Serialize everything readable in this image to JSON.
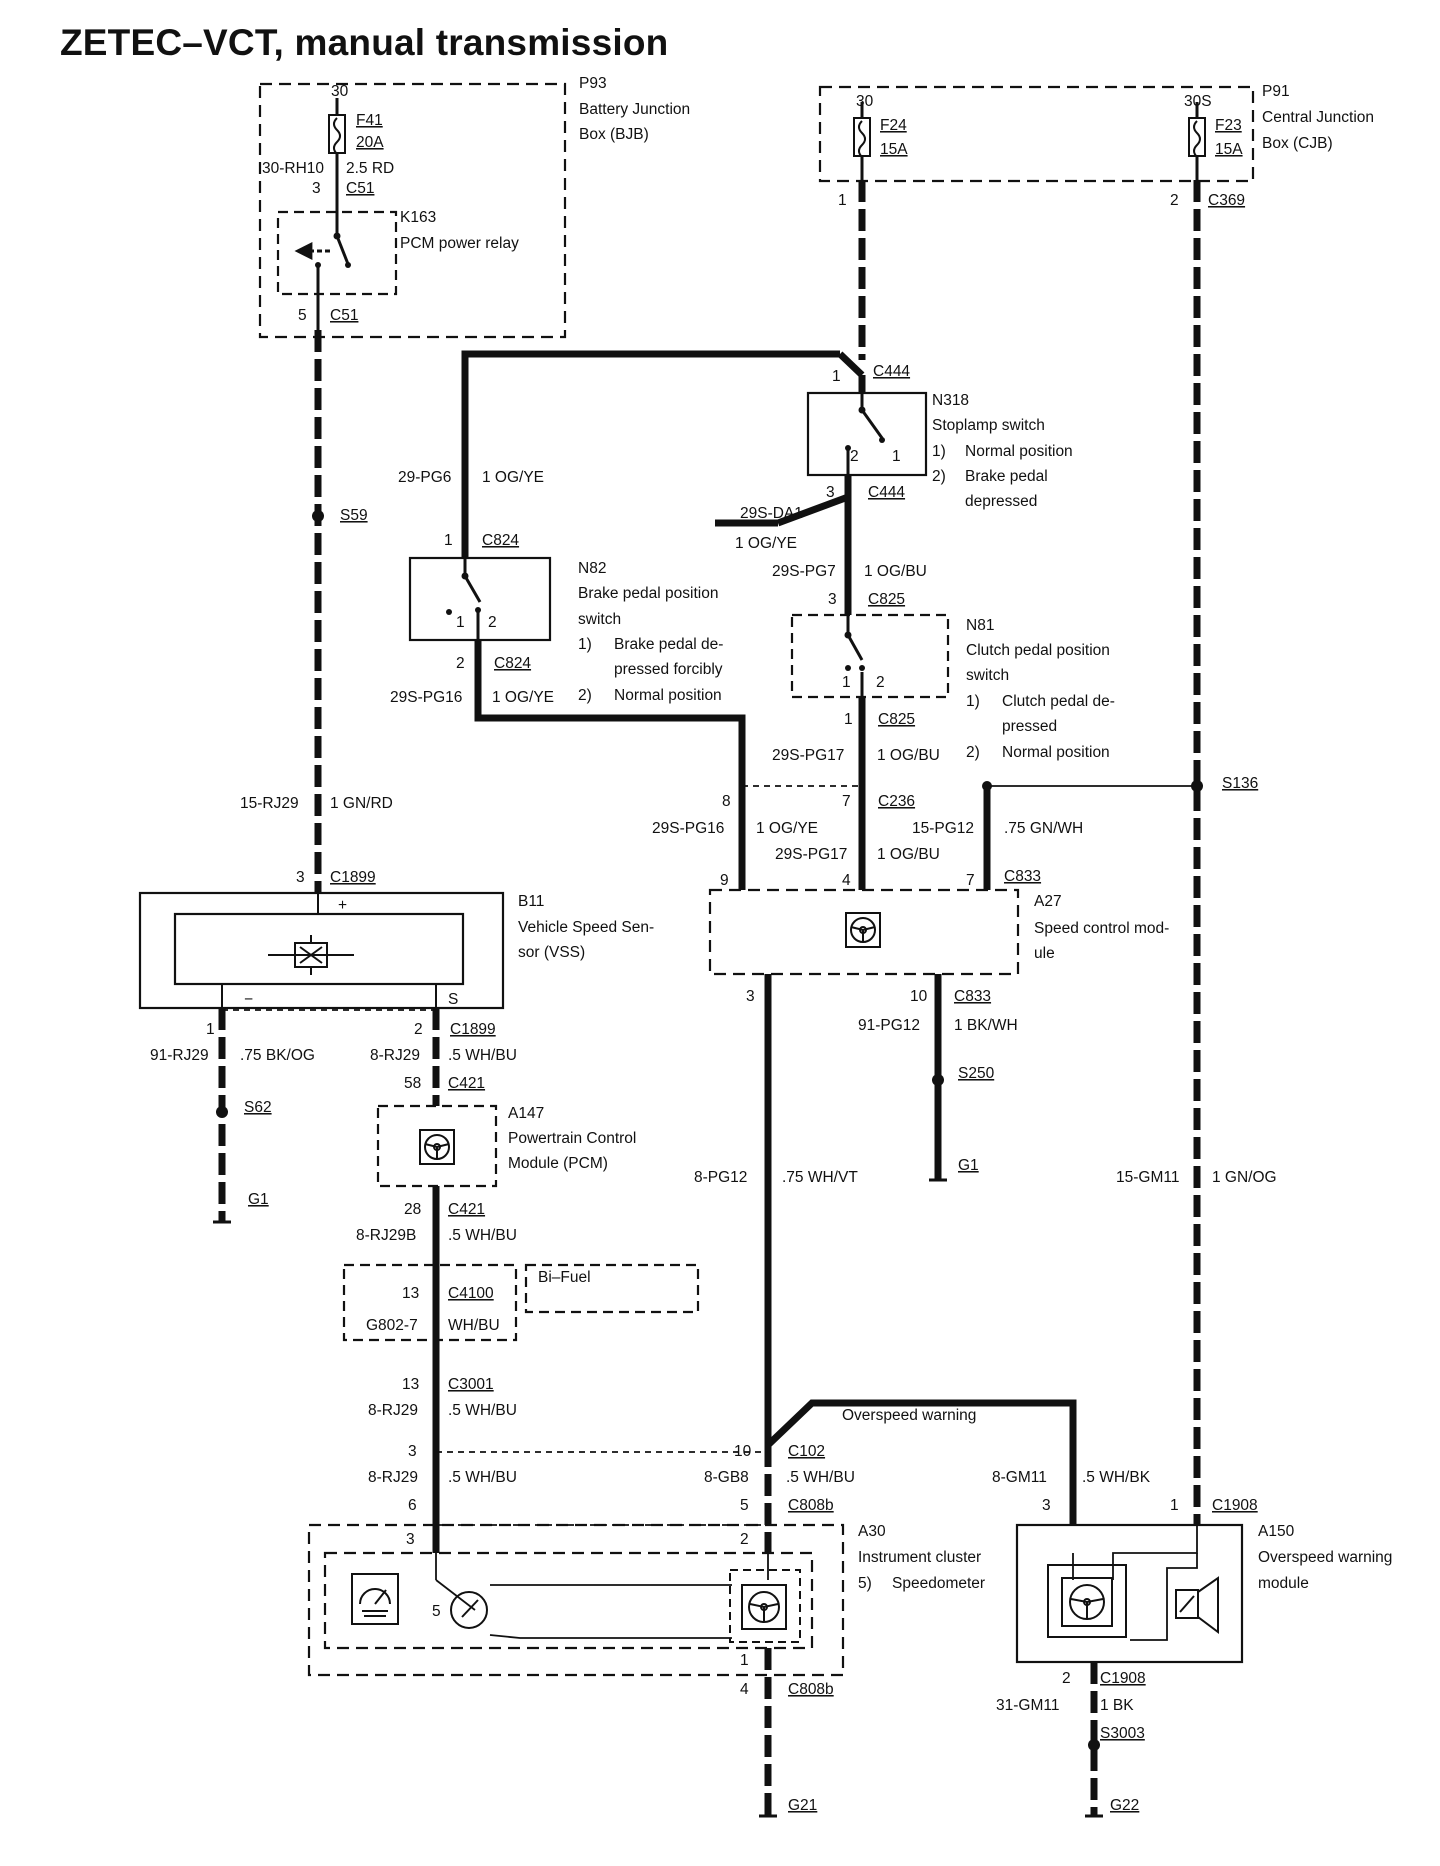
{
  "title": "ZETEC–VCT, manual transmission",
  "wire_color": "#111111",
  "bg_color": "#ffffff",
  "fuses": [
    {
      "id": "F41",
      "rating": "20A",
      "terminal": "30"
    },
    {
      "id": "F24",
      "rating": "15A",
      "terminal": "30"
    },
    {
      "id": "F23",
      "rating": "15A",
      "terminal": "30S"
    }
  ],
  "components": [
    {
      "ref": "P93",
      "desc": [
        "Battery Junction",
        "Box (BJB)"
      ]
    },
    {
      "ref": "P91",
      "desc": [
        "Central Junction",
        "Box (CJB)"
      ]
    },
    {
      "ref": "K163",
      "desc": [
        "PCM power relay"
      ]
    },
    {
      "ref": "N318",
      "desc": [
        "Stoplamp switch"
      ],
      "notes": [
        [
          "1)",
          "Normal position"
        ],
        [
          "2)",
          "Brake pedal"
        ],
        [
          "",
          "depressed"
        ]
      ]
    },
    {
      "ref": "N82",
      "desc": [
        "Brake pedal position",
        "switch"
      ],
      "notes": [
        [
          "1)",
          "Brake pedal de-"
        ],
        [
          "",
          "pressed forcibly"
        ],
        [
          "2)",
          "Normal position"
        ]
      ]
    },
    {
      "ref": "N81",
      "desc": [
        "Clutch pedal position",
        "switch"
      ],
      "notes": [
        [
          "1)",
          "Clutch pedal de-"
        ],
        [
          "",
          "pressed"
        ],
        [
          "2)",
          "Normal position"
        ]
      ]
    },
    {
      "ref": "B11",
      "desc": [
        "Vehicle Speed Sen-",
        "sor (VSS)"
      ]
    },
    {
      "ref": "A27",
      "desc": [
        "Speed control mod-",
        "ule"
      ]
    },
    {
      "ref": "A147",
      "desc": [
        "Powertrain Control",
        "Module (PCM)"
      ]
    },
    {
      "ref": "A30",
      "desc": [
        "Instrument cluster"
      ],
      "notes": [
        [
          "5)",
          "Speedometer"
        ]
      ]
    },
    {
      "ref": "A150",
      "desc": [
        "Overspeed warning",
        "module"
      ]
    }
  ],
  "wires": [
    {
      "circuit": "30-RH10",
      "spec": "2.5 RD"
    },
    {
      "circuit": "29-PG6",
      "spec": "1 OG/YE"
    },
    {
      "circuit": "29S-DA1",
      "spec": "1 OG/YE"
    },
    {
      "circuit": "29S-PG7",
      "spec": "1 OG/BU"
    },
    {
      "circuit": "29S-PG16",
      "spec": "1 OG/YE"
    },
    {
      "circuit": "29S-PG17",
      "spec": "1 OG/BU"
    },
    {
      "circuit": "15-PG12",
      "spec": ".75 GN/WH"
    },
    {
      "circuit": "15-RJ29",
      "spec": "1 GN/RD"
    },
    {
      "circuit": "91-PG12",
      "spec": "1 BK/WH"
    },
    {
      "circuit": "91-RJ29",
      "spec": ".75 BK/OG"
    },
    {
      "circuit": "8-RJ29",
      "spec": ".5 WH/BU"
    },
    {
      "circuit": "8-PG12",
      "spec": ".75 WH/VT"
    },
    {
      "circuit": "15-GM11",
      "spec": "1 GN/OG"
    },
    {
      "circuit": "8-RJ29B",
      "spec": ".5 WH/BU"
    },
    {
      "circuit": "G802-7",
      "spec": "WH/BU"
    },
    {
      "circuit": "8-GB8",
      "spec": ".5 WH/BU"
    },
    {
      "circuit": "8-GM11",
      "spec": ".5 WH/BK"
    },
    {
      "circuit": "31-GM11",
      "spec": "1 BK"
    }
  ],
  "connectors": [
    "C51",
    "C369",
    "C444",
    "C824",
    "C825",
    "C236",
    "C833",
    "C1899",
    "C421",
    "C4100",
    "C3001",
    "C102",
    "C808b",
    "C1908"
  ],
  "splices": [
    "S59",
    "S136",
    "S250",
    "S62",
    "S3003"
  ],
  "grounds": [
    "G1",
    "G21",
    "G22"
  ],
  "option_label": "Bi–Fuel",
  "signal_label": "Overspeed warning",
  "pins": {
    "f41_top": "30",
    "c51_3": "3",
    "c51_5": "5",
    "f24_out": "1",
    "f23_out": "2",
    "c444_1": "1",
    "c444_3": "3",
    "sw_1": "1",
    "sw_2": "2",
    "c824_1": "1",
    "c824_2": "2",
    "c825_3": "3",
    "c825_1": "1",
    "c236_8": "8",
    "c236_7": "7",
    "c833_9": "9",
    "c833_4": "4",
    "c833_7": "7",
    "c833_3": "3",
    "c833_10": "10",
    "c1899_3": "3",
    "c1899_1": "1",
    "c1899_2": "2",
    "c421_58": "58",
    "c421_28": "28",
    "c4100_13": "13",
    "c3001_13": "13",
    "p3": "3",
    "p6": "6",
    "c102_10": "10",
    "c808b_5": "5",
    "c808b_2": "2",
    "c808b_1": "1",
    "c808b_4": "4",
    "c1908_3": "3",
    "c1908_1": "1",
    "c1908_2": "2",
    "a30_5": "5"
  }
}
